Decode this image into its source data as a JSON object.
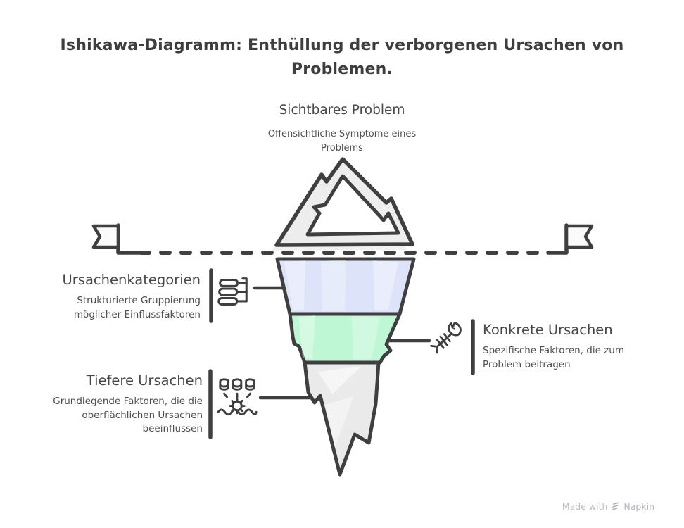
{
  "title": "Ishikawa-Diagramm: Enthüllung der verborgenen Ursachen von Problemen.",
  "visible_problem": {
    "heading": "Sichtbares Problem",
    "description": "Offensichtliche Symptome eines Problems"
  },
  "cause_categories": {
    "heading": "Ursachenkategorien",
    "description": "Strukturierte Gruppierung möglicher Einflussfaktoren",
    "icon": "org-hierarchy-icon"
  },
  "concrete_causes": {
    "heading": "Konkrete Ursachen",
    "description": "Spezifische Faktoren, die zum Problem beitragen",
    "icon": "fishbone-icon"
  },
  "deeper_causes": {
    "heading": "Tiefere Ursachen",
    "description": "Grundlegende Faktoren, die die oberflächlichen Ursachen beeinflussen",
    "icon": "databases-gear-water-icon"
  },
  "iceberg": {
    "waterline_style": "dashed",
    "layers": [
      {
        "name": "visible-tip-above-water",
        "color": "#ededed"
      },
      {
        "name": "categories-band",
        "color": "#dde4fa"
      },
      {
        "name": "concrete-causes-band",
        "color": "#bef7d4"
      },
      {
        "name": "deep-causes-tip",
        "color": "#eaeaea"
      }
    ]
  },
  "colors": {
    "outline": "#3f3f3f",
    "title_text": "#3e3e3e",
    "heading_text": "#474747",
    "body_text": "#4f4f4f",
    "watermark": "#b8bdc4"
  },
  "footer": {
    "made_with": "Made with",
    "brand": "Napkin"
  }
}
